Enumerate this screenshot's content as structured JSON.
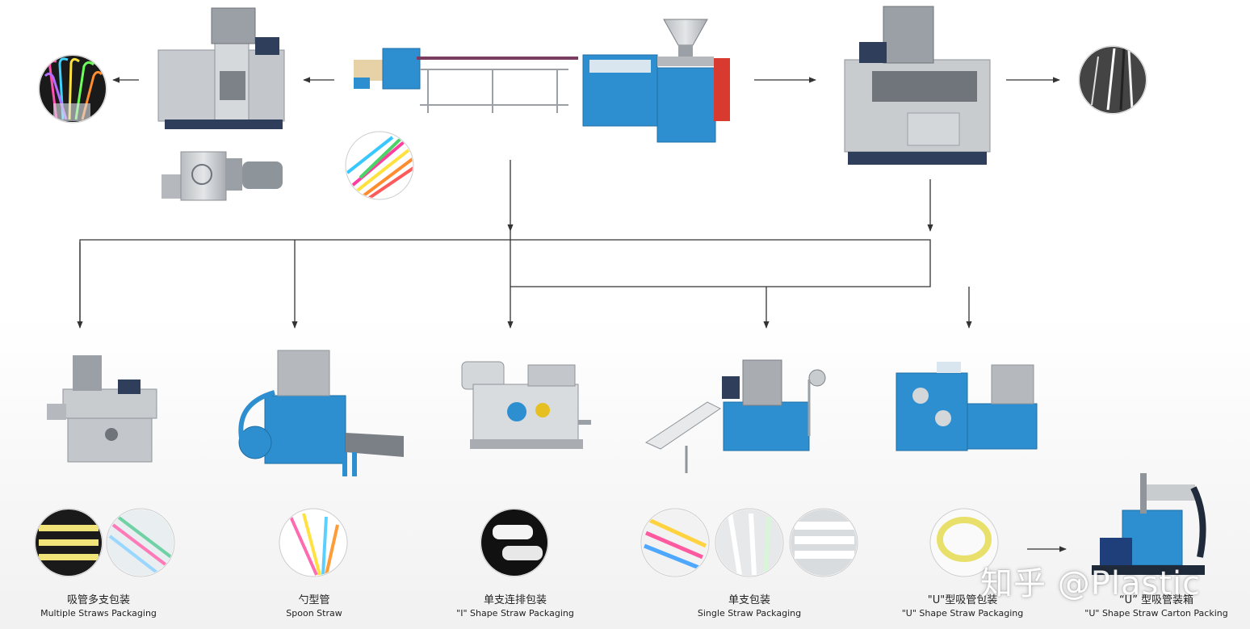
{
  "captions": [
    {
      "cn": "吸管多支包装",
      "en": "Multiple Straws Packaging"
    },
    {
      "cn": "勺型管",
      "en": "Spoon Straw"
    },
    {
      "cn": "单支连排包装",
      "en": "\"I\" Shape Straw Packaging"
    },
    {
      "cn": "单支包装",
      "en": "Single Straw Packaging"
    },
    {
      "cn": "\"U\"型吸管包装",
      "en": "\"U\" Shape Straw Packaging"
    },
    {
      "cn": "“U” 型吸管装箱",
      "en": "\"U\" Shape Straw Carton Packing"
    }
  ],
  "watermark": "知乎 @Plastic",
  "colors": {
    "machine_blue": "#2e8fd0",
    "machine_grey": "#c9ccce",
    "dark_base": "#2f3e5a",
    "line": "#333333"
  }
}
